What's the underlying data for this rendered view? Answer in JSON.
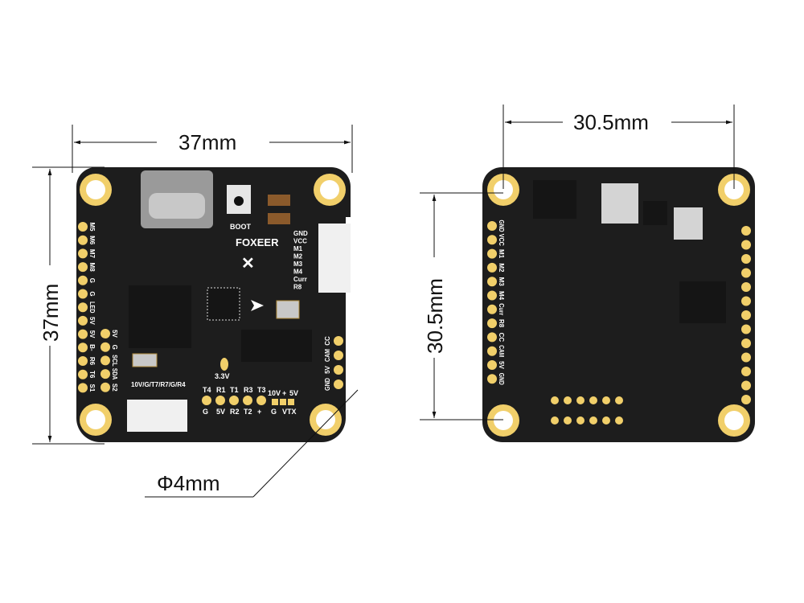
{
  "dimensions": {
    "front_width": "37mm",
    "front_height": "37mm",
    "back_width": "30.5mm",
    "back_height": "30.5mm",
    "hole": "Φ4mm"
  },
  "front": {
    "brand": "FOXEER",
    "boot": "BOOT",
    "v33": "3.3V",
    "left_pads": [
      "M5",
      "M6",
      "M7",
      "M8",
      "G",
      "G",
      "LED",
      "5V",
      "5V",
      "B-",
      "R6",
      "T6",
      "S1"
    ],
    "inner_pads": [
      "5V",
      "G",
      "SCL",
      "SDA",
      "S2"
    ],
    "connector_label": "10V/G/T7/R7/G/R4",
    "esc_labels": [
      "GND",
      "VCC",
      "M1",
      "M2",
      "M3",
      "M4",
      "Curr",
      "R8"
    ],
    "cam_labels": [
      "CC",
      "CAM",
      "5V",
      "GND"
    ],
    "bottom_top": [
      "T4",
      "R1",
      "T1",
      "R3",
      "T3"
    ],
    "bottom_bot": [
      "G",
      "5V",
      "R2",
      "T2",
      "+"
    ],
    "vtx_top": [
      "10V",
      "+",
      "5V"
    ],
    "vtx_bot": [
      "G",
      "VTX"
    ]
  },
  "back": {
    "left_labels": [
      "GND",
      "VCC",
      "M1",
      "M2",
      "M3",
      "M4",
      "Curr",
      "R8",
      "CC",
      "CAM",
      "5V",
      "GND"
    ]
  },
  "colors": {
    "board": "#1d1d1d",
    "pad": "#f1cf6a",
    "text": "#111111"
  }
}
